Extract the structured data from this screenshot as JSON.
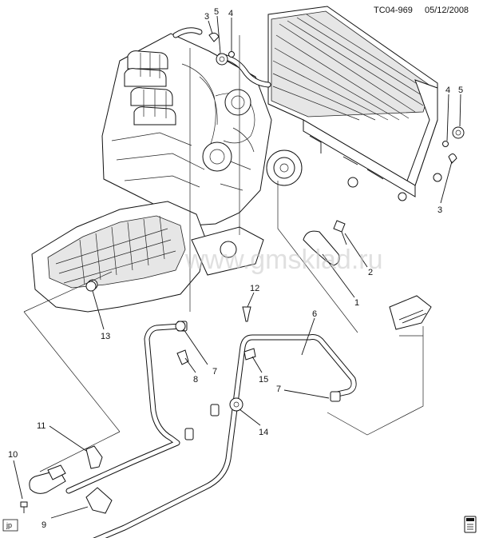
{
  "header": {
    "code": "TC04-969",
    "date": "05/12/2008"
  },
  "watermark": "www.gmsklad.ru",
  "corner_tag": "jp",
  "callouts": [
    {
      "id": "c3a",
      "label": "3"
    },
    {
      "id": "c4a",
      "label": "4"
    },
    {
      "id": "c5a",
      "label": "5"
    },
    {
      "id": "c5b",
      "label": "5"
    },
    {
      "id": "c4b",
      "label": "4"
    },
    {
      "id": "c3b",
      "label": "3"
    },
    {
      "id": "c2",
      "label": "2"
    },
    {
      "id": "c1",
      "label": "1"
    },
    {
      "id": "c12",
      "label": "12"
    },
    {
      "id": "c6",
      "label": "6"
    },
    {
      "id": "c13",
      "label": "13"
    },
    {
      "id": "c7a",
      "label": "7"
    },
    {
      "id": "c8",
      "label": "8"
    },
    {
      "id": "c15",
      "label": "15"
    },
    {
      "id": "c7b",
      "label": "7"
    },
    {
      "id": "c14",
      "label": "14"
    },
    {
      "id": "c11",
      "label": "11"
    },
    {
      "id": "c10",
      "label": "10"
    },
    {
      "id": "c9",
      "label": "9"
    }
  ]
}
